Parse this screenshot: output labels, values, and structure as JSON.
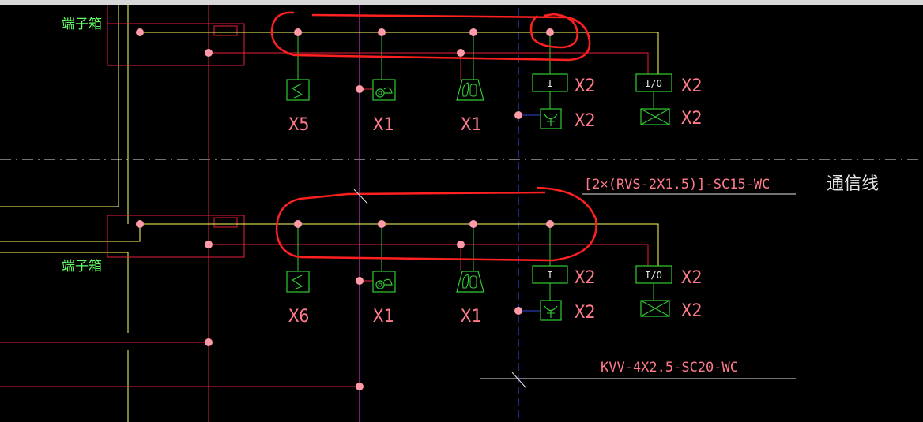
{
  "colors": {
    "background": "#000000",
    "bus": "#ffff66",
    "red": "#e8203a",
    "green": "#33cc33",
    "label_green": "#66ff66",
    "magenta": "#cc33cc",
    "blue": "#3344dd",
    "white": "#e6e6e6",
    "node": "#ff9aa8",
    "annotation_red": "#ff2020",
    "text_pink": "#ff7a8a"
  },
  "panels": [
    {
      "terminal_box_label": "端子箱",
      "devices": [
        {
          "icon": "s-module-icon",
          "label": "X5"
        },
        {
          "icon": "bell-icon",
          "label": "X1"
        },
        {
          "icon": "fire-alarm-icon",
          "label": "X1"
        },
        {
          "icon": "input-module-icon",
          "box_text": "I",
          "label": "X2"
        },
        {
          "icon": "io-module-icon",
          "box_text": "I/O",
          "label": "X2"
        },
        {
          "icon": "sprinkler-head-icon",
          "label": "X2"
        },
        {
          "icon": "valve-icon",
          "label": "X2"
        }
      ]
    },
    {
      "terminal_box_label": "端子箱",
      "devices": [
        {
          "icon": "s-module-icon",
          "label": "X6"
        },
        {
          "icon": "bell-icon",
          "label": "X1"
        },
        {
          "icon": "fire-alarm-icon",
          "label": "X1"
        },
        {
          "icon": "input-module-icon",
          "box_text": "I",
          "label": "X2"
        },
        {
          "icon": "io-module-icon",
          "box_text": "I/O",
          "label": "X2"
        },
        {
          "icon": "sprinkler-head-icon",
          "label": "X2"
        },
        {
          "icon": "valve-icon",
          "label": "X2"
        }
      ]
    }
  ],
  "cables": {
    "comm_spec": "[2×(RVS-2X1.5)]-SC15-WC",
    "comm_label": "通信线",
    "power_spec": "KVV-4X2.5-SC20-WC"
  }
}
